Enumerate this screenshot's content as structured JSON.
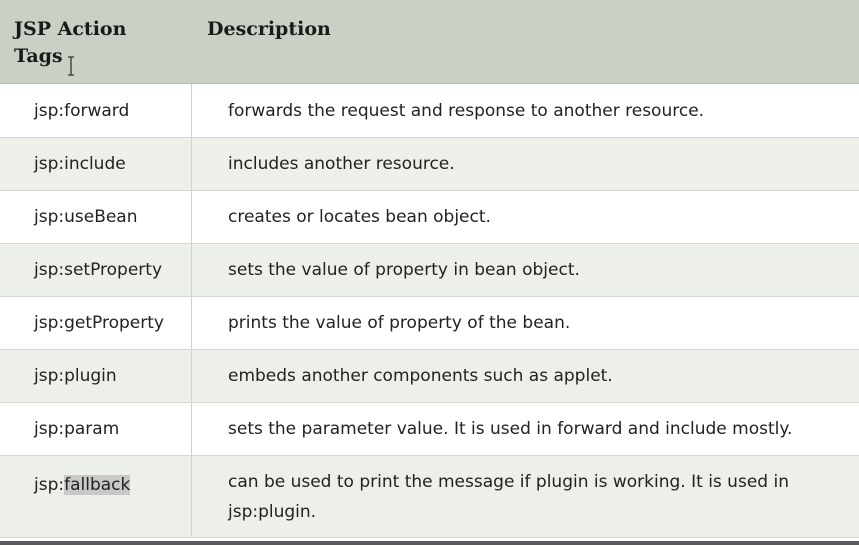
{
  "table": {
    "headers": {
      "col1": "JSP Action\nTags",
      "col2": "Description"
    },
    "rows": [
      {
        "tag": "jsp:forward",
        "description": "forwards the request and response to another resource."
      },
      {
        "tag": "jsp:include",
        "description": "includes another resource."
      },
      {
        "tag": "jsp:useBean",
        "description": "creates or locates bean object."
      },
      {
        "tag": "jsp:setProperty",
        "description": "sets the value of property in bean object."
      },
      {
        "tag": "jsp:getProperty",
        "description": "prints the value of property of the bean."
      },
      {
        "tag": "jsp:plugin",
        "description": "embeds another components such as applet."
      },
      {
        "tag": "jsp:param",
        "description": "sets the parameter value. It is used in forward and include mostly."
      },
      {
        "tag_prefix": "jsp:",
        "tag_highlight": "fallback",
        "description": "can be used to print the message if plugin is working. It is used in jsp:plugin."
      }
    ]
  },
  "colors": {
    "header_bg": "#c9d0c4",
    "row_alt_bg": "#ecf0e8",
    "highlight_bg": "#c8c9c6"
  },
  "icons": {
    "cursor": "text-cursor-icon"
  }
}
